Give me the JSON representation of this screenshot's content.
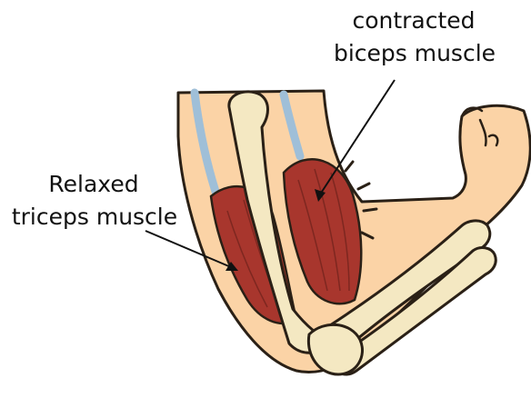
{
  "labels": {
    "contracted": {
      "line1": "contracted",
      "line2": "biceps muscle"
    },
    "relaxed": {
      "line1": "Relaxed",
      "line2": "triceps muscle"
    }
  },
  "colors": {
    "skin": "#fbd3a6",
    "skin_outline": "#2a2016",
    "bone": "#f4e8c2",
    "bone_outline": "#2a2016",
    "muscle": "#a8362d",
    "muscle_light": "#c9564b",
    "tendon": "#9fbfd8"
  }
}
